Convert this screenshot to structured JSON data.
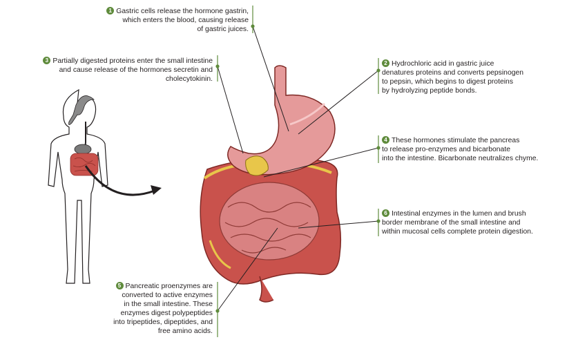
{
  "callouts": [
    {
      "number": "1",
      "lines": [
        "Gastric cells release the hormone gastrin,",
        "which enters the blood, causing release",
        "of gastric juices."
      ]
    },
    {
      "number": "2",
      "lines": [
        "Hydrochloric acid in gastric juice",
        "denatures proteins and converts pepsinogen",
        "to pepsin, which begins to digest proteins",
        "by hydrolyzing peptide bonds."
      ]
    },
    {
      "number": "3",
      "lines": [
        "Partially digested proteins enter the small intestine",
        "and cause release of the hormones secretin and",
        "cholecytokinin."
      ]
    },
    {
      "number": "4",
      "lines": [
        "These hormones stimulate the pancreas",
        "to release pro-enzymes and bicarbonate",
        "into the intestine.  Bicarbonate neutralizes chyme."
      ]
    },
    {
      "number": "5",
      "lines": [
        "Pancreatic proenzymes are",
        "converted to active enzymes",
        "in the small intestine. These",
        "enzymes digest polypeptides",
        "into tripeptides, dipeptides, and",
        "free amino acids."
      ]
    },
    {
      "number": "6",
      "lines": [
        "Intestinal enzymes in the lumen and brush",
        "border membrane of the small intestine",
        "and",
        "within mucosal cells complete protein digestion."
      ]
    }
  ],
  "colors": {
    "badge": "#5f8b3c",
    "stomach": "#e59a9a",
    "intestine": "#c9524c",
    "fat": "#e8c64a",
    "leader": "#231f20"
  }
}
